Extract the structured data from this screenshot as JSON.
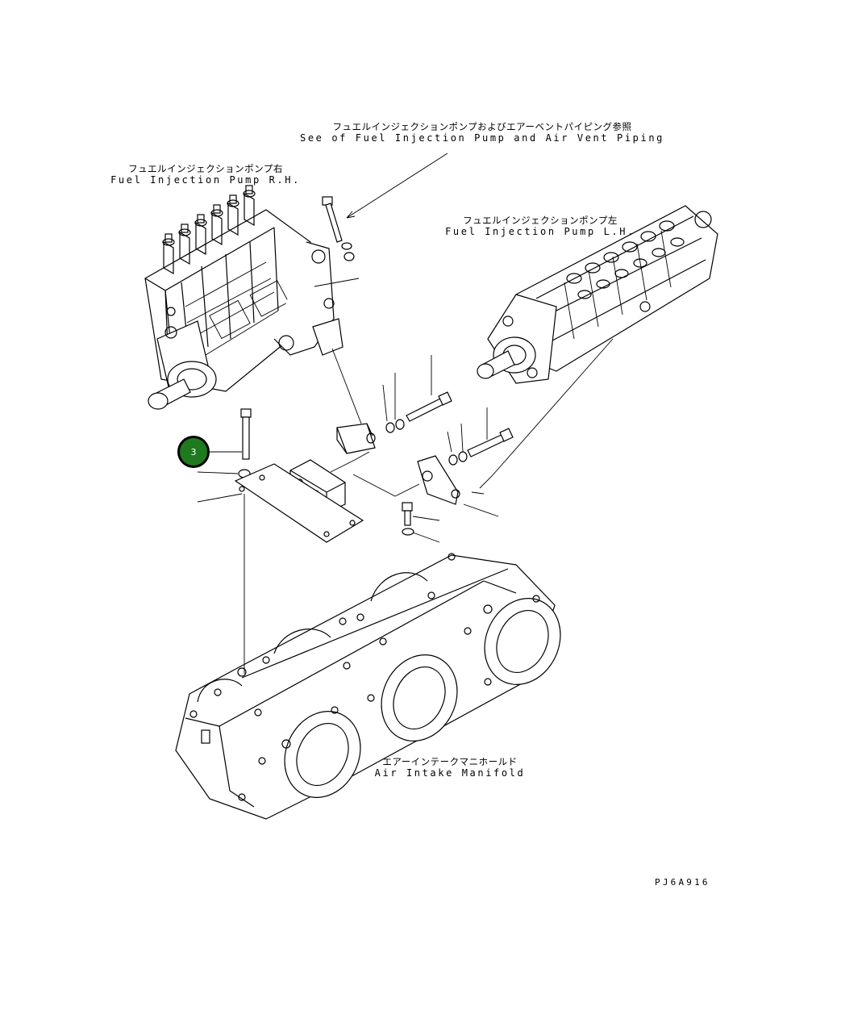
{
  "labels": {
    "see_of_jp": "フュエルインジェクションポンプおよびエアーベントパイピング参照",
    "see_of_en": "See of Fuel Injection Pump and Air Vent Piping",
    "pump_rh_jp": "フュエルインジェクションポンプ右",
    "pump_rh_en": "Fuel Injection Pump R.H.",
    "pump_lh_jp": "フュエルインジェクションポンプ左",
    "pump_lh_en": "Fuel Injection Pump L.H.",
    "manifold_jp": "エアーインテークマニホールド",
    "manifold_en": "Air Intake Manifold"
  },
  "callouts": [
    {
      "number": "3",
      "color": "#1f7a1f"
    }
  ],
  "drawing_code": "PJ6A916"
}
